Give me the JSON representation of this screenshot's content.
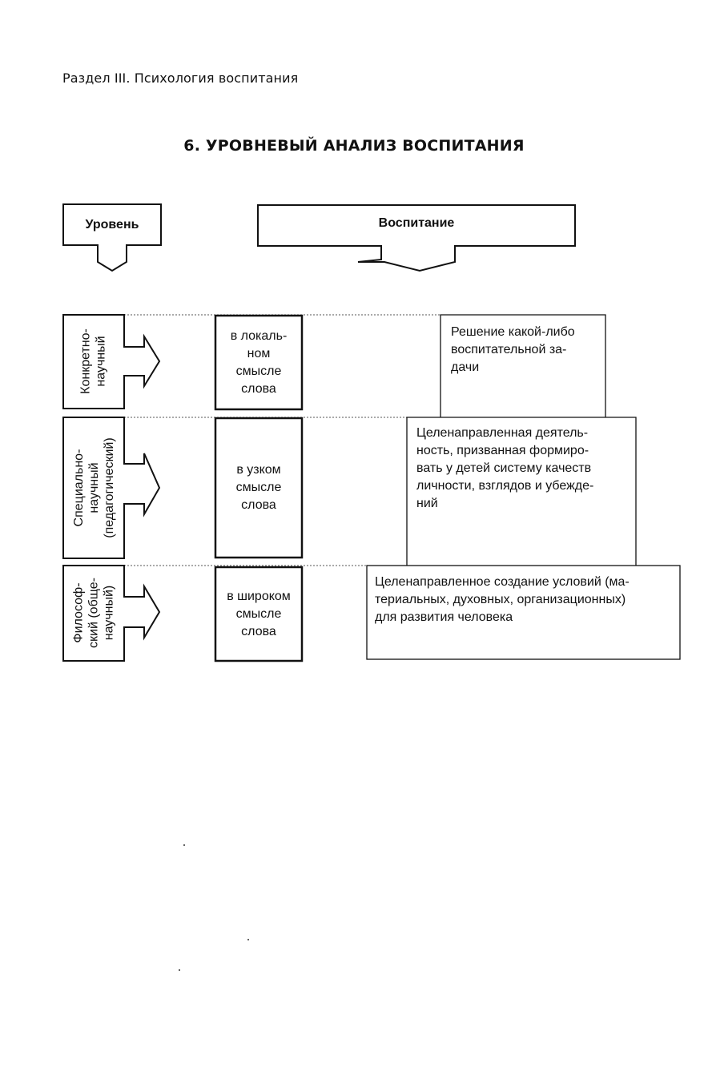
{
  "header": {
    "section": "Раздел III. Психология воспитания"
  },
  "title": "6. УРОВНЕВЫЙ АНАЛИЗ ВОСПИТАНИЯ",
  "top_boxes": {
    "level": "Уровень",
    "upbringing": "Воспитание"
  },
  "rows": [
    {
      "level": "Конкретно-\nнаучный",
      "meaning": "в локаль-\nном\nсмысле\nслова",
      "definition": "Решение какой-либо\nвоспитательной за-\nдачи"
    },
    {
      "level": "Специально-\nнаучный\n(педагогический)",
      "meaning": "в узком\nсмысле\nслова",
      "definition": "Целенаправленная деятель-\nность, призванная формиро-\nвать у детей систему качеств\nличности, взглядов и убежде-\nний"
    },
    {
      "level": "Философ-\nский (обще-\nнаучный)",
      "meaning": "в широком\nсмысле\nслова",
      "definition": "Целенаправленное создание условий (ма-\nтериальных, духовных, организационных)\nдля развития человека"
    }
  ],
  "colors": {
    "ink": "#111111",
    "background": "#ffffff",
    "dotted_line": "#555555"
  }
}
